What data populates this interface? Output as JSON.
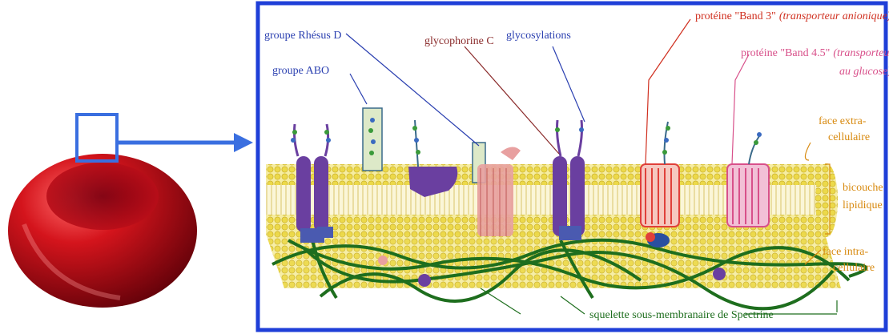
{
  "labels": {
    "rhesus": "groupe Rhésus D",
    "abo": "groupe ABO",
    "glycophorine": "glycophorine C",
    "glycosylations": "glycosylations",
    "band3": "protéine \"Band 3\"",
    "band3_note": "(transporteur anionique)",
    "band45": "protéine \"Band 4.5\"",
    "band45_note_1": "(transporteur",
    "band45_note_2": "au glucose)",
    "extra_1": "face extra-",
    "extra_2": "cellulaire",
    "bicouche_1": "bicouche",
    "bicouche_2": "lipidique",
    "intra_1": "face intra-",
    "intra_2": "cellulaire",
    "spectrine": "squelette sous-membranaire de Spectrine"
  },
  "colors": {
    "frame": "#1f3fd8",
    "arrow": "#3a6fe0",
    "cell": "#c4101a",
    "lipid": "#e9d84a",
    "spectrin": "#1e6e1e",
    "protein_purple": "#6a3fa0",
    "band3": "#e0403a",
    "band45": "#d8508a",
    "glycophorin": "#e8a0a0",
    "label_blue": "#2a3fb0",
    "label_brown": "#8a2a2a",
    "label_red": "#d03020",
    "label_orange": "#d88a10"
  }
}
